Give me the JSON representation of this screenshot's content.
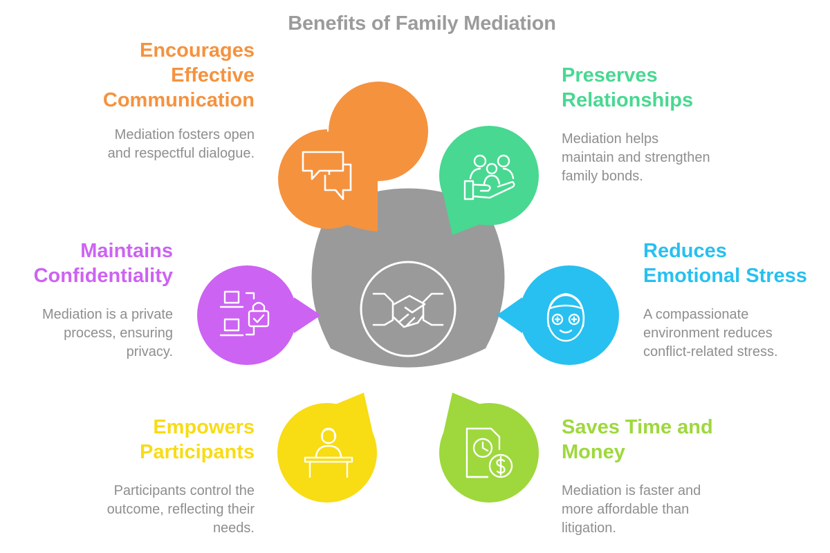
{
  "title": "Benefits of Family Mediation",
  "colors": {
    "hub": "#9a9a9a",
    "orange": "#f5923e",
    "green": "#48d891",
    "cyan": "#27c0f0",
    "lime": "#9ed83c",
    "yellow": "#f8dc14",
    "purple": "#cc63f2",
    "description": "#8e8e8e",
    "title": "#9b9b9b"
  },
  "center_icon": "handshake-icon",
  "benefits": [
    {
      "heading": [
        "Encourages",
        "Effective",
        "Communication"
      ],
      "description": [
        "Mediation fosters open",
        "and respectful dialogue."
      ],
      "color": "#f5923e",
      "icon": "chat-bubbles-icon"
    },
    {
      "heading": [
        "Preserves",
        "Relationships"
      ],
      "description": [
        "Mediation helps",
        "maintain and strengthen",
        "family bonds."
      ],
      "color": "#48d891",
      "icon": "family-care-icon"
    },
    {
      "heading": [
        "Reduces",
        "Emotional Stress"
      ],
      "description": [
        "A compassionate",
        "environment reduces",
        "conflict-related stress."
      ],
      "color": "#27c0f0",
      "icon": "face-mask-relax-icon"
    },
    {
      "heading": [
        "Saves Time and",
        "Money"
      ],
      "description": [
        "Mediation is faster and",
        "more affordable than",
        "litigation."
      ],
      "color": "#9ed83c",
      "icon": "time-money-document-icon"
    },
    {
      "heading": [
        "Empowers",
        "Participants"
      ],
      "description": [
        "Participants control the",
        "outcome, reflecting their",
        "needs."
      ],
      "color": "#f8dc14",
      "icon": "speaker-podium-icon"
    },
    {
      "heading": [
        "Maintains",
        "Confidentiality"
      ],
      "description": [
        "Mediation is a private",
        "process, ensuring",
        "privacy."
      ],
      "color": "#cc63f2",
      "icon": "secure-devices-lock-icon"
    }
  ]
}
